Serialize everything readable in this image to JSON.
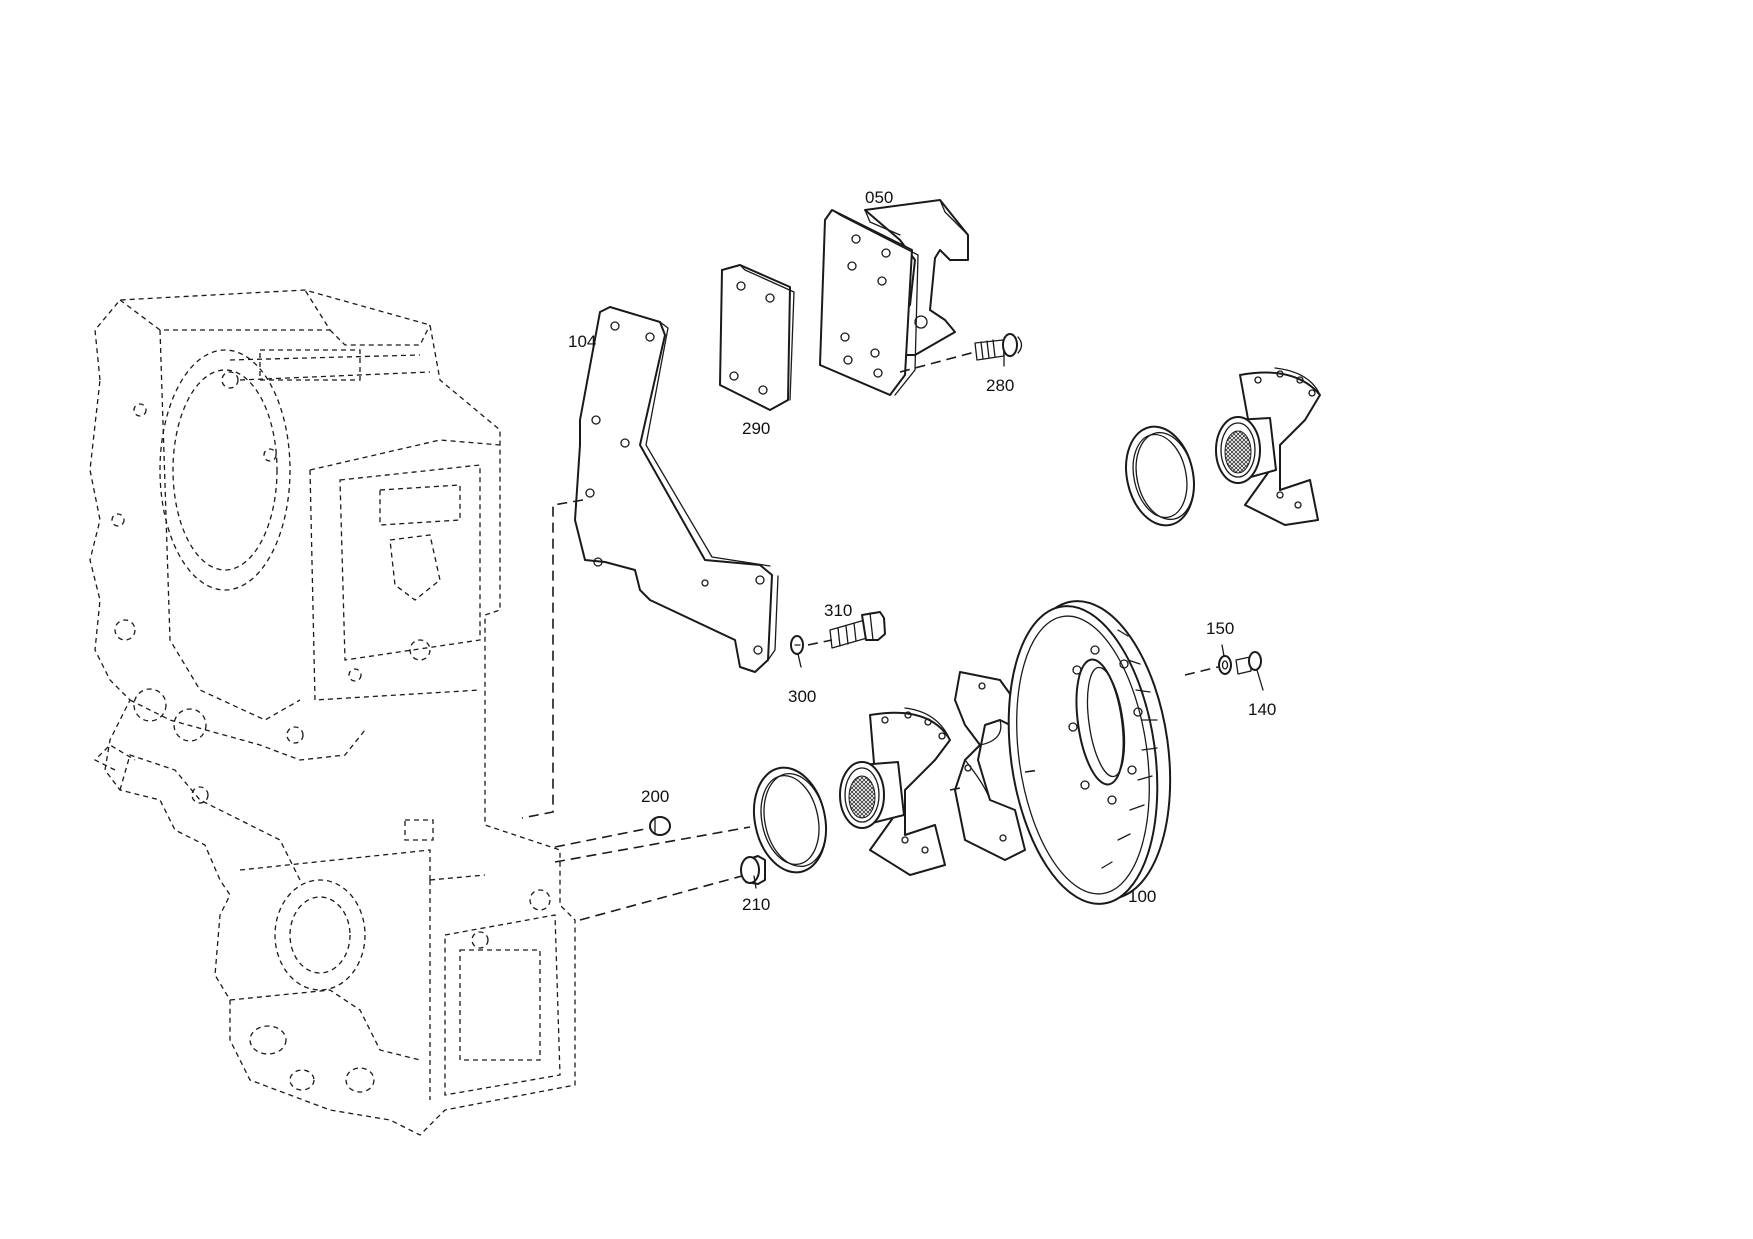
{
  "labels": {
    "p050": "050",
    "p100": "100",
    "p104": "104",
    "p140": "140",
    "p150": "150",
    "p200": "200",
    "p210": "210",
    "p280": "280",
    "p290": "290",
    "p300": "300",
    "p310": "310"
  }
}
